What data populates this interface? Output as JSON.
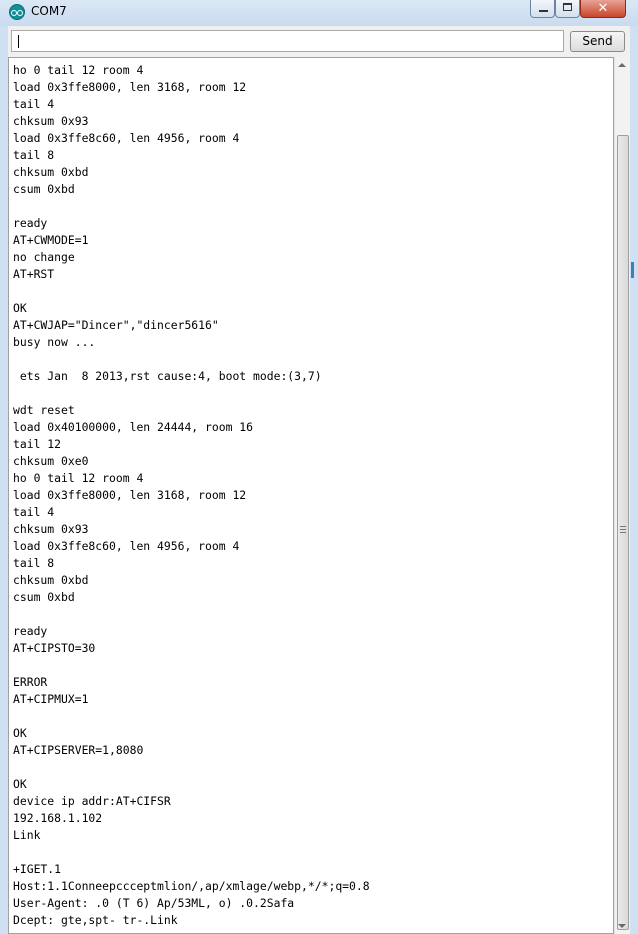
{
  "window": {
    "title": "COM7",
    "close_glyph": "✕"
  },
  "toolbar": {
    "send_label": "Send",
    "input_value": ""
  },
  "output_lines": [
    "ho 0 tail 12 room 4",
    "load 0x3ffe8000, len 3168, room 12",
    "tail 4",
    "chksum 0x93",
    "load 0x3ffe8c60, len 4956, room 4",
    "tail 8",
    "chksum 0xbd",
    "csum 0xbd",
    "",
    "ready",
    "AT+CWMODE=1",
    "no change",
    "AT+RST",
    "",
    "OK",
    "AT+CWJAP=\"Dincer\",\"dincer5616\"",
    "busy now ...",
    "",
    " ets Jan  8 2013,rst cause:4, boot mode:(3,7)",
    "",
    "wdt reset",
    "load 0x40100000, len 24444, room 16",
    "tail 12",
    "chksum 0xe0",
    "ho 0 tail 12 room 4",
    "load 0x3ffe8000, len 3168, room 12",
    "tail 4",
    "chksum 0x93",
    "load 0x3ffe8c60, len 4956, room 4",
    "tail 8",
    "chksum 0xbd",
    "csum 0xbd",
    "",
    "ready",
    "AT+CIPSTO=30",
    "",
    "ERROR",
    "AT+CIPMUX=1",
    "",
    "OK",
    "AT+CIPSERVER=1,8080",
    "",
    "OK",
    "device ip addr:AT+CIFSR",
    "192.168.1.102",
    "Link",
    "",
    "+IGET.1",
    "Host:1.1Conneepccceptmlion/,ap/xmlage/webp,*/*;q=0.8",
    "User-Agent: .0 (T 6) Ap/53ML, o) .0.2Safa",
    "Dcept: gte,spt- tr-.Link"
  ],
  "icons": {
    "app": "arduino-icon",
    "minimize": "minimize-icon",
    "maximize": "maximize-icon",
    "close": "close-icon"
  },
  "colors": {
    "title_bar": "#d6e4f4",
    "close_button": "#c7462c",
    "output_background": "#ffffff"
  }
}
